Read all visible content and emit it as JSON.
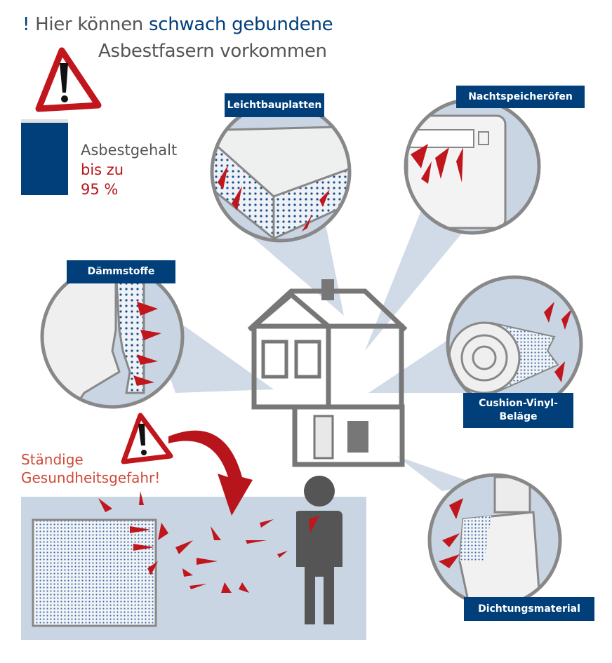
{
  "title": {
    "exclamation": "!",
    "part1": "Hier können",
    "part2": "schwach gebundene",
    "line2": "Asbestfasern vorkommen"
  },
  "stat": {
    "label": "Asbestgehalt",
    "qualifier": "bis zu",
    "value": "95 %",
    "fill_percent": 95
  },
  "sources": [
    {
      "label": "Leichtbauplatten"
    },
    {
      "label": "Nachtspeicheröfen"
    },
    {
      "label": "Dämmstoffe"
    },
    {
      "label": "Cushion-Vinyl-Beläge"
    },
    {
      "label": "Dichtungsmaterial"
    }
  ],
  "warning": {
    "line1": "Ständige",
    "line2": "Gesundheitsgefahr!"
  },
  "colors": {
    "brand_blue": "#003f7a",
    "red": "#b8141c",
    "light_blue": "#c9d5e3",
    "gray": "#777777"
  }
}
